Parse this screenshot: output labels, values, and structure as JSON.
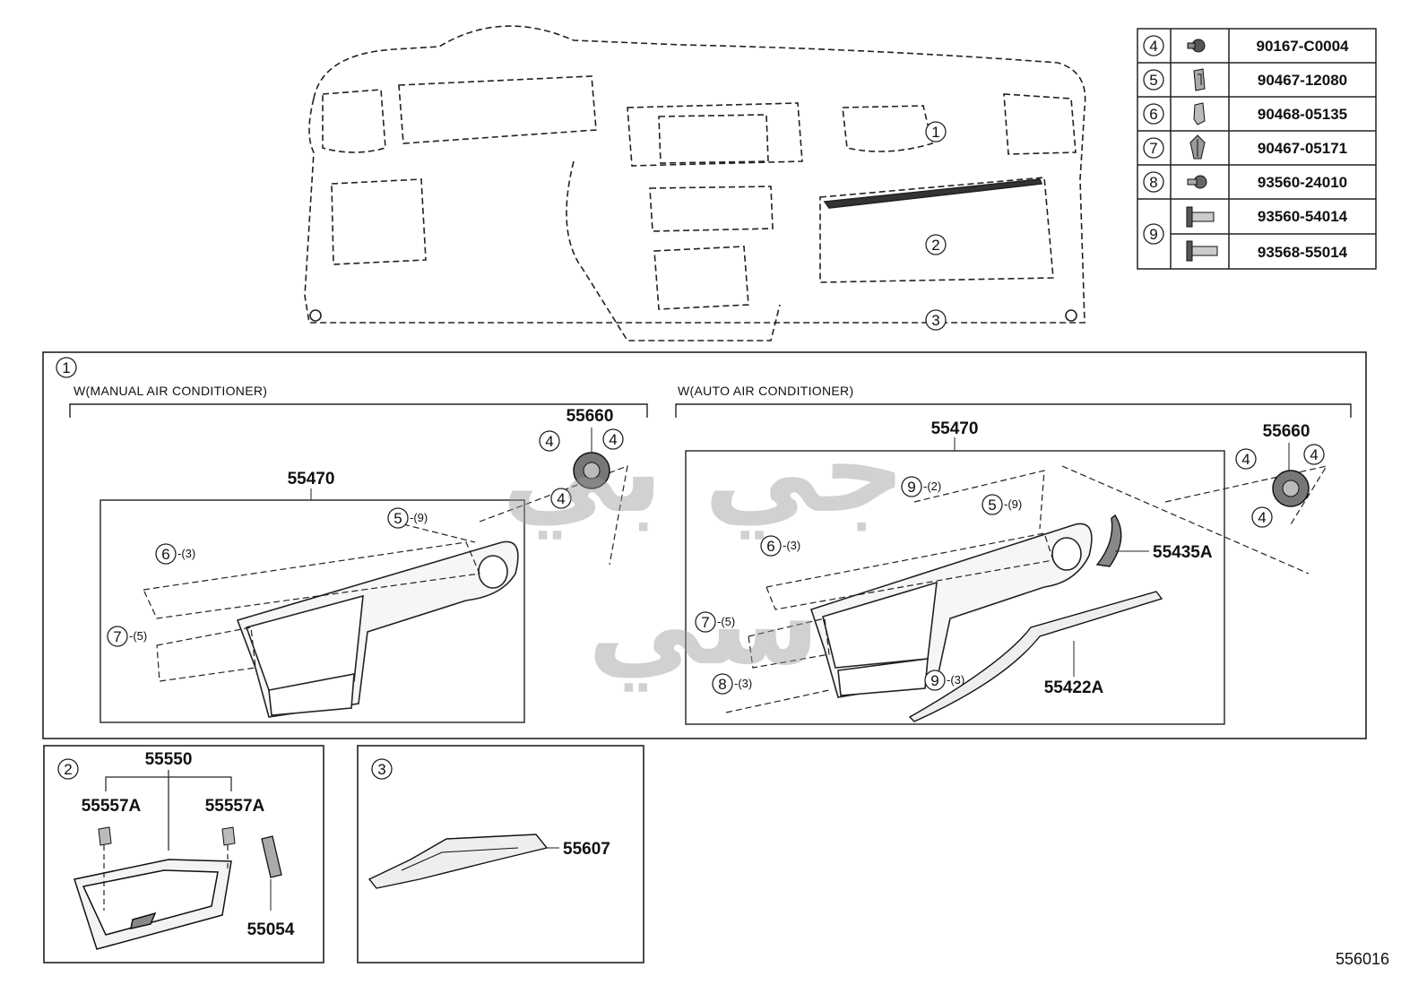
{
  "legend_table": {
    "rows": [
      {
        "ref": "4",
        "icon": "bolt-icon",
        "part_no": "90167-C0004"
      },
      {
        "ref": "5",
        "icon": "clip-icon",
        "part_no": "90467-12080"
      },
      {
        "ref": "6",
        "icon": "clip-icon",
        "part_no": "90468-05135"
      },
      {
        "ref": "7",
        "icon": "clip-icon",
        "part_no": "90467-05171"
      },
      {
        "ref": "8",
        "icon": "screw-icon",
        "part_no": "93560-24010"
      },
      {
        "ref": "9",
        "icon": "screw-icon",
        "part_no": "93560-54014"
      },
      {
        "ref": "",
        "icon": "screw-icon",
        "part_no": "93568-55014"
      }
    ]
  },
  "overview": {
    "callouts": [
      "1",
      "2",
      "3"
    ]
  },
  "section1": {
    "number": "1",
    "manual_caption": "W(MANUAL AIR CONDITIONER)",
    "auto_caption": "W(AUTO AIR CONDITIONER)",
    "manual": {
      "panel_part": "55470",
      "vent_part": "55660",
      "refs": [
        {
          "circle": "4",
          "qty": ""
        },
        {
          "circle": "4",
          "qty": ""
        },
        {
          "circle": "4",
          "qty": ""
        },
        {
          "circle": "5",
          "qty": "-(9)"
        },
        {
          "circle": "6",
          "qty": "-(3)"
        },
        {
          "circle": "7",
          "qty": "-(5)"
        }
      ]
    },
    "auto": {
      "panel_part": "55470",
      "vent_part": "55660",
      "trim_part": "55435A",
      "molding_part": "55422A",
      "refs": [
        {
          "circle": "4",
          "qty": ""
        },
        {
          "circle": "4",
          "qty": ""
        },
        {
          "circle": "4",
          "qty": ""
        },
        {
          "circle": "9",
          "qty": "-(2)"
        },
        {
          "circle": "5",
          "qty": "-(9)"
        },
        {
          "circle": "6",
          "qty": "-(3)"
        },
        {
          "circle": "7",
          "qty": "-(5)"
        },
        {
          "circle": "8",
          "qty": "-(3)"
        },
        {
          "circle": "9",
          "qty": "-(3)"
        }
      ]
    }
  },
  "section2": {
    "number": "2",
    "box_part": "55550",
    "stopper_left": "55557A",
    "stopper_right": "55557A",
    "damper_part": "55054"
  },
  "section3": {
    "number": "3",
    "reinforcement_part": "55607"
  },
  "watermark": {
    "text": "جي بي سي",
    "color": "#b8b8b8"
  },
  "diagram_id": "556016"
}
